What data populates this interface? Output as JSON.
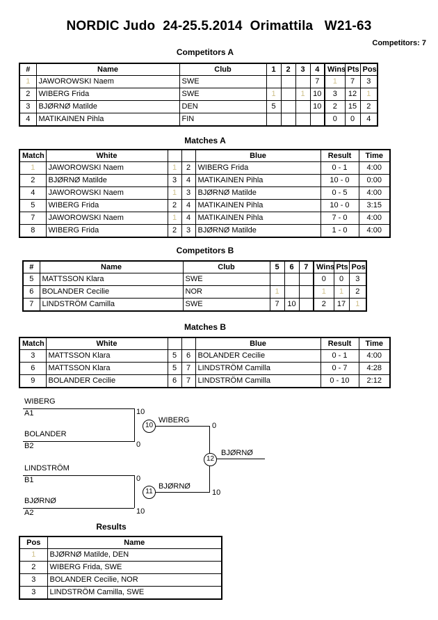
{
  "header": {
    "title": "NORDIC Judo  24-25.5.2014  Orimattila   W21-63",
    "competitors_label": "Competitors: 7"
  },
  "sections": {
    "competitors_a": "Competitors A",
    "matches_a": "Matches A",
    "competitors_b": "Competitors B",
    "matches_b": "Matches B",
    "results": "Results"
  },
  "pool_a": {
    "columns": [
      "#",
      "Name",
      "Club",
      "1",
      "2",
      "3",
      "4",
      "Wins",
      "Pts",
      "Pos"
    ],
    "rows": [
      {
        "num": "1",
        "name": "JAWOROWSKI Naem",
        "club": "SWE",
        "m": [
          "",
          "",
          "",
          "7"
        ],
        "wins": "1",
        "pts": "7",
        "pos": "3",
        "faint": {
          "num": true,
          "wins": true
        }
      },
      {
        "num": "2",
        "name": "WIBERG Frida",
        "club": "SWE",
        "m": [
          "1",
          "",
          "1",
          "10"
        ],
        "wins": "3",
        "pts": "12",
        "pos": "1",
        "faint": {
          "m0": true,
          "m2": true,
          "pos": true
        }
      },
      {
        "num": "3",
        "name": "BJØRNØ Matilde",
        "club": "DEN",
        "m": [
          "5",
          "",
          "",
          "10"
        ],
        "wins": "2",
        "pts": "15",
        "pos": "2",
        "faint": {}
      },
      {
        "num": "4",
        "name": "MATIKAINEN Pihla",
        "club": "FIN",
        "m": [
          "",
          "",
          "",
          ""
        ],
        "wins": "0",
        "pts": "0",
        "pos": "4",
        "faint": {}
      }
    ]
  },
  "matches_a": {
    "columns": [
      "Match",
      "White",
      "",
      "",
      "Blue",
      "Result",
      "Time"
    ],
    "rows": [
      {
        "match": "1",
        "white": "JAWOROWSKI Naem",
        "wnum": "1",
        "bnum": "2",
        "blue": "WIBERG Frida",
        "result": "0 - 1",
        "time": "4:00"
      },
      {
        "match": "2",
        "white": "BJØRNØ Matilde",
        "wnum": "3",
        "bnum": "4",
        "blue": "MATIKAINEN Pihla",
        "result": "10 - 0",
        "time": "0:00"
      },
      {
        "match": "4",
        "white": "JAWOROWSKI Naem",
        "wnum": "1",
        "bnum": "3",
        "blue": "BJØRNØ Matilde",
        "result": "0 - 5",
        "time": "4:00"
      },
      {
        "match": "5",
        "white": "WIBERG Frida",
        "wnum": "2",
        "bnum": "4",
        "blue": "MATIKAINEN Pihla",
        "result": "10 - 0",
        "time": "3:15"
      },
      {
        "match": "7",
        "white": "JAWOROWSKI Naem",
        "wnum": "1",
        "bnum": "4",
        "blue": "MATIKAINEN Pihla",
        "result": "7 - 0",
        "time": "4:00"
      },
      {
        "match": "8",
        "white": "WIBERG Frida",
        "wnum": "2",
        "bnum": "3",
        "blue": "BJØRNØ Matilde",
        "result": "1 - 0",
        "time": "4:00"
      }
    ]
  },
  "pool_b": {
    "columns": [
      "#",
      "Name",
      "Club",
      "5",
      "6",
      "7",
      "Wins",
      "Pts",
      "Pos"
    ],
    "rows": [
      {
        "num": "5",
        "name": "MATTSSON Klara",
        "club": "SWE",
        "m": [
          "",
          "",
          ""
        ],
        "wins": "0",
        "pts": "0",
        "pos": "3",
        "faint": {}
      },
      {
        "num": "6",
        "name": "BOLANDER Cecilie",
        "club": "NOR",
        "m": [
          "1",
          "",
          ""
        ],
        "wins": "1",
        "pts": "1",
        "pos": "2",
        "faint": {
          "m0": true,
          "wins": true,
          "pts": true
        }
      },
      {
        "num": "7",
        "name": "LINDSTRÖM Camilla",
        "club": "SWE",
        "m": [
          "7",
          "10",
          ""
        ],
        "wins": "2",
        "pts": "17",
        "pos": "1",
        "faint": {
          "pos": true
        }
      }
    ]
  },
  "matches_b": {
    "columns": [
      "Match",
      "White",
      "",
      "",
      "Blue",
      "Result",
      "Time"
    ],
    "rows": [
      {
        "match": "3",
        "white": "MATTSSON Klara",
        "wnum": "5",
        "bnum": "6",
        "blue": "BOLANDER Cecilie",
        "result": "0 - 1",
        "time": "4:00"
      },
      {
        "match": "6",
        "white": "MATTSSON Klara",
        "wnum": "5",
        "bnum": "7",
        "blue": "LINDSTRÖM Camilla",
        "result": "0 - 7",
        "time": "4:28"
      },
      {
        "match": "9",
        "white": "BOLANDER Cecilie",
        "wnum": "6",
        "bnum": "7",
        "blue": "LINDSTRÖM Camilla",
        "result": "0 - 10",
        "time": "2:12"
      }
    ]
  },
  "bracket": {
    "entries": [
      {
        "name": "WIBERG",
        "seed": "A1",
        "score": "10"
      },
      {
        "name": "BOLANDER",
        "seed": "B2",
        "score": "0"
      },
      {
        "name": "LINDSTRÖM",
        "seed": "B1",
        "score": "0"
      },
      {
        "name": "BJØRNØ",
        "seed": "A2",
        "score": "10"
      }
    ],
    "semi_top": {
      "number": "10",
      "winner": "WIBERG",
      "score": "0"
    },
    "semi_bottom": {
      "number": "11",
      "winner": "BJØRNØ",
      "score": "10"
    },
    "final": {
      "number": "12",
      "winner": "BJØRNØ"
    }
  },
  "results": {
    "columns": [
      "Pos",
      "Name"
    ],
    "rows": [
      {
        "pos": "1",
        "name": "BJØRNØ Matilde, DEN",
        "faint": true
      },
      {
        "pos": "2",
        "name": "WIBERG Frida, SWE",
        "faint": false
      },
      {
        "pos": "3",
        "name": "BOLANDER Cecilie, NOR",
        "faint": false
      },
      {
        "pos": "3",
        "name": "LINDSTRÖM Camilla, SWE",
        "faint": false
      }
    ]
  }
}
